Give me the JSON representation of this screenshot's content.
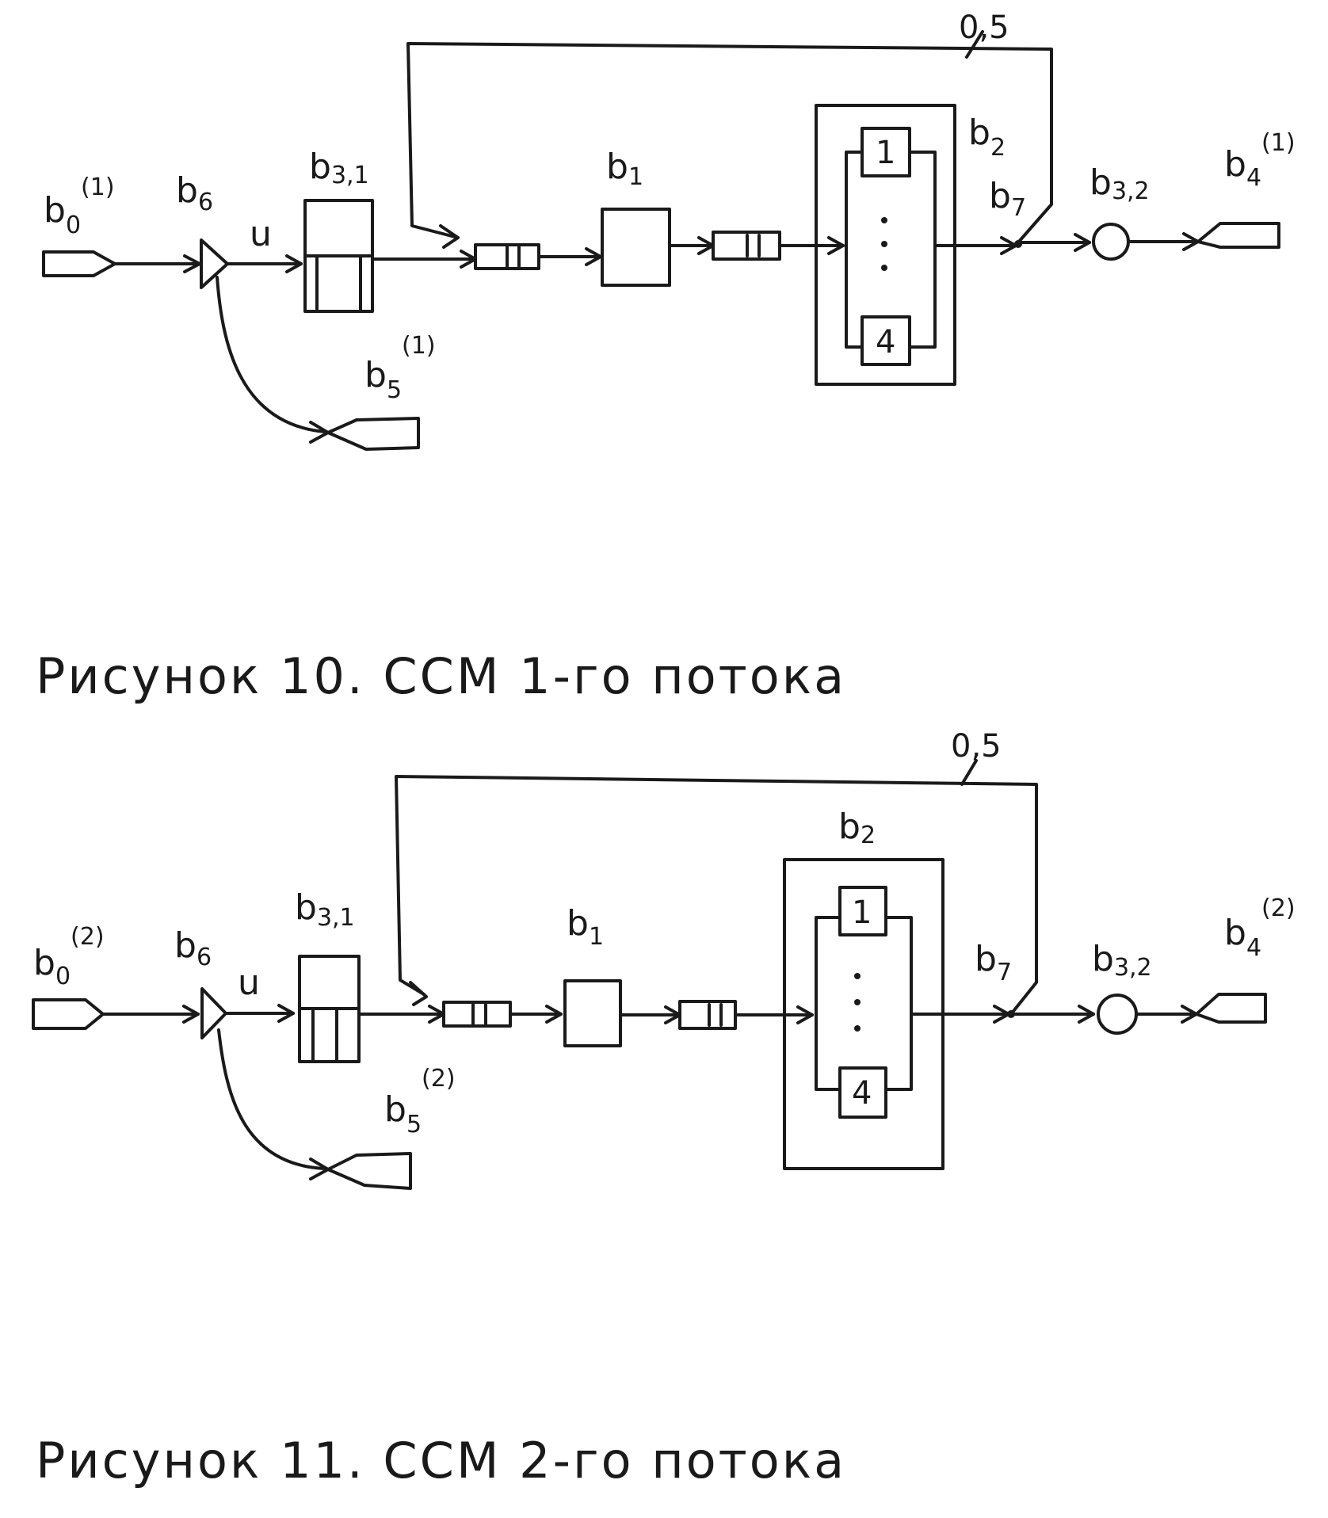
{
  "diagrams": [
    {
      "b0": {
        "base": "b",
        "sub": "0",
        "sup": "(1)"
      },
      "b6": {
        "base": "b",
        "sub": "6"
      },
      "u": "u",
      "b31": {
        "base": "b",
        "sub": "3,1"
      },
      "b1": {
        "base": "b",
        "sub": "1"
      },
      "b2": {
        "base": "b",
        "sub": "2"
      },
      "ch1": "1",
      "ch4": "4",
      "b7": {
        "base": "b",
        "sub": "7"
      },
      "b32": {
        "base": "b",
        "sub": "3,2"
      },
      "b4": {
        "base": "b",
        "sub": "4",
        "sup": "(1)"
      },
      "b5": {
        "base": "b",
        "sub": "5",
        "sup": "(1)"
      },
      "prob": "0,5",
      "caption": "Рисунок 10.  ССМ  1-го потока"
    },
    {
      "b0": {
        "base": "b",
        "sub": "0",
        "sup": "(2)"
      },
      "b6": {
        "base": "b",
        "sub": "6"
      },
      "u": "u",
      "b31": {
        "base": "b",
        "sub": "3,1"
      },
      "b1": {
        "base": "b",
        "sub": "1"
      },
      "b2": {
        "base": "b",
        "sub": "2"
      },
      "ch1": "1",
      "ch4": "4",
      "b7": {
        "base": "b",
        "sub": "7"
      },
      "b32": {
        "base": "b",
        "sub": "3,2"
      },
      "b4": {
        "base": "b",
        "sub": "4",
        "sup": "(2)"
      },
      "b5": {
        "base": "b",
        "sub": "5",
        "sup": "(2)"
      },
      "prob": "0,5",
      "caption": "Рисунок 11.  ССМ  2-го потока"
    }
  ]
}
